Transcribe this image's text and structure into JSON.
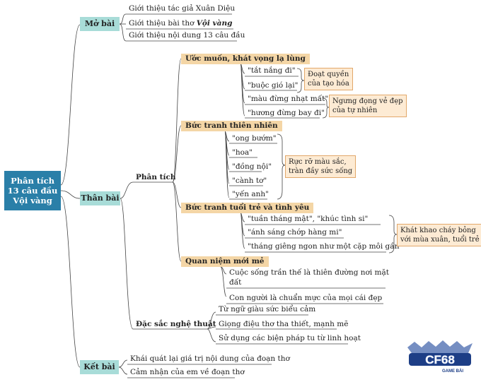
{
  "root": {
    "line1": "Phân tích",
    "line2": "13 câu đầu",
    "line3": "Vội vàng"
  },
  "mo_bai": {
    "label": "Mở bài",
    "items": [
      "Giới thiệu tác giả Xuân Diệu",
      "Giới thiệu bài thơ ",
      "Vội vàng",
      "Giới thiệu nội dung 13 câu đầu"
    ]
  },
  "than_bai": {
    "label": "Thân bài",
    "phan_tich": "Phân tích",
    "uoc_muon": {
      "label": "Ước muốn, khát vọng lạ lùng",
      "items": [
        "\"tắt nắng đi\"",
        "\"buộc gió lại\"",
        "\"màu đừng nhạt mất\"",
        "\"hương đừng bay đi\""
      ],
      "note1": [
        "Đoạt quyền",
        "của tạo hóa"
      ],
      "note2": [
        "Ngưng đọng vẻ đẹp",
        "của tự nhiên"
      ]
    },
    "buc_tranh_tn": {
      "label": "Bức tranh thiên nhiên",
      "items": [
        "\"ong bướm\"",
        "\"hoa\"",
        "\"đồng nội\"",
        "\"cành tơ\"",
        "\"yến anh\""
      ],
      "note": [
        "Rực rỡ màu sắc,",
        "tràn đầy sức sống"
      ]
    },
    "buc_tranh_tt": {
      "label": "Bức tranh tuổi trẻ và tình yêu",
      "items": [
        "\"tuần tháng mật\", \"khúc tình si\"",
        "\"ánh sáng chớp hàng mi\"",
        "\"tháng giêng ngon như một cặp môi gần\""
      ],
      "note": [
        "Khát khao cháy bỏng",
        "với mùa xuân, tuổi trẻ"
      ]
    },
    "quan_niem": {
      "label": "Quan niệm mới mẻ",
      "items": [
        "Cuộc sống trần thế là thiên đường nơi mặt",
        "đất",
        "Con người là chuẩn mực của mọi cái đẹp"
      ]
    },
    "dac_sac": {
      "label": "Đặc sắc nghệ thuật",
      "items": [
        "Từ ngữ giàu sức biểu cảm",
        "Giọng điệu thơ tha thiết, mạnh mẽ",
        "Sử dụng các biện pháp tu từ linh hoạt"
      ]
    }
  },
  "ket_bai": {
    "label": "Kết bài",
    "items": [
      "Khái quát lại giá trị nội dung của đoạn thơ",
      "Cảm nhận của em về đoạn thơ"
    ]
  },
  "logo": {
    "text": "CF68",
    "sub": "GAME BÀI"
  }
}
